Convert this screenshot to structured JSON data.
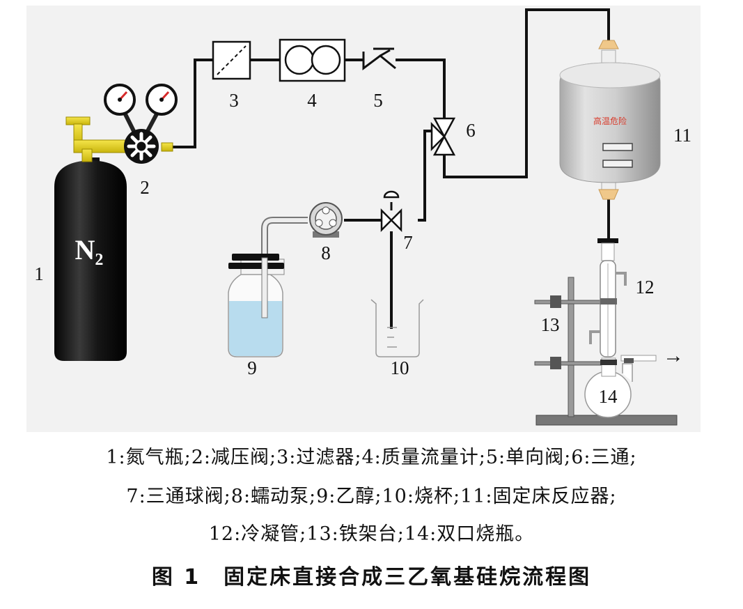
{
  "diagram": {
    "cylinder_label": "N₂",
    "reactor_warning": "高温危险",
    "flow_arrow": "→",
    "numbers": {
      "n1": "1",
      "n2": "2",
      "n3": "3",
      "n4": "4",
      "n5": "5",
      "n6": "6",
      "n7": "7",
      "n8": "8",
      "n9": "9",
      "n10": "10",
      "n11": "11",
      "n12": "12",
      "n13": "13",
      "n14": "14"
    }
  },
  "legend": {
    "line1": "1:氮气瓶;2:减压阀;3:过滤器;4:质量流量计;5:单向阀;6:三通;",
    "line2": "7:三通球阀;8:蠕动泵;9:乙醇;10:烧杯;11:固定床反应器;",
    "line3": "12:冷凝管;13:铁架台;14:双口烧瓶。"
  },
  "caption": "图 1　固定床直接合成三乙氧基硅烷流程图",
  "colors": {
    "panel_background": "#f2f2f2",
    "pipe": "#111111",
    "valve_yellow": "#e5d21a",
    "ethanol_liquid": "#b8dcee",
    "reactor_body": "#c7c7c7",
    "warning_text": "#d83a2a"
  }
}
